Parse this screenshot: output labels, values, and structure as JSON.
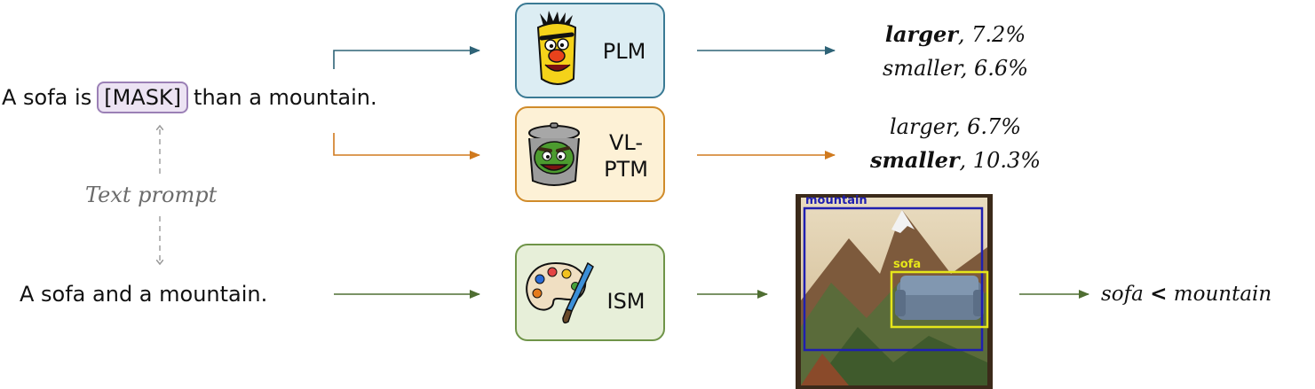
{
  "prompt_sentence": {
    "before": "A sofa is",
    "mask": "[MASK]",
    "after": "than a mountain."
  },
  "text_prompt_label": "Text prompt",
  "plain_sentence": "A sofa and a mountain.",
  "models": {
    "plm": {
      "label": "PLM",
      "fill": "#dcedf3",
      "border": "#3a7a94"
    },
    "vlptm": {
      "label_line1": "VL-",
      "label_line2": "PTM",
      "fill": "#fdf1d6",
      "border": "#d08b2a"
    },
    "ism": {
      "label": "ISM",
      "fill": "#e7efd9",
      "border": "#6f9448"
    }
  },
  "results": {
    "plm": {
      "line1_word": "larger",
      "line1_value": ", 7.2%",
      "line2_word": "smaller",
      "line2_value": ", 6.6%"
    },
    "vlptm": {
      "line1_word": "larger",
      "line1_value": ", 6.7%",
      "line2_word": "smaller",
      "line2_value": ", 10.3%"
    }
  },
  "image_boxes": {
    "mountain_label": "mountain",
    "sofa_label": "sofa"
  },
  "final_result": {
    "left": "sofa",
    "op": "<",
    "right": "mountain"
  },
  "colors": {
    "plm_arrow": "#2e6377",
    "vlptm_arrow": "#d07a1e",
    "ism_arrow": "#4f6e32",
    "prompt_arrow": "#9a9a9a",
    "mountain_box": "#1f1fb0",
    "sofa_box": "#e6e61a"
  }
}
